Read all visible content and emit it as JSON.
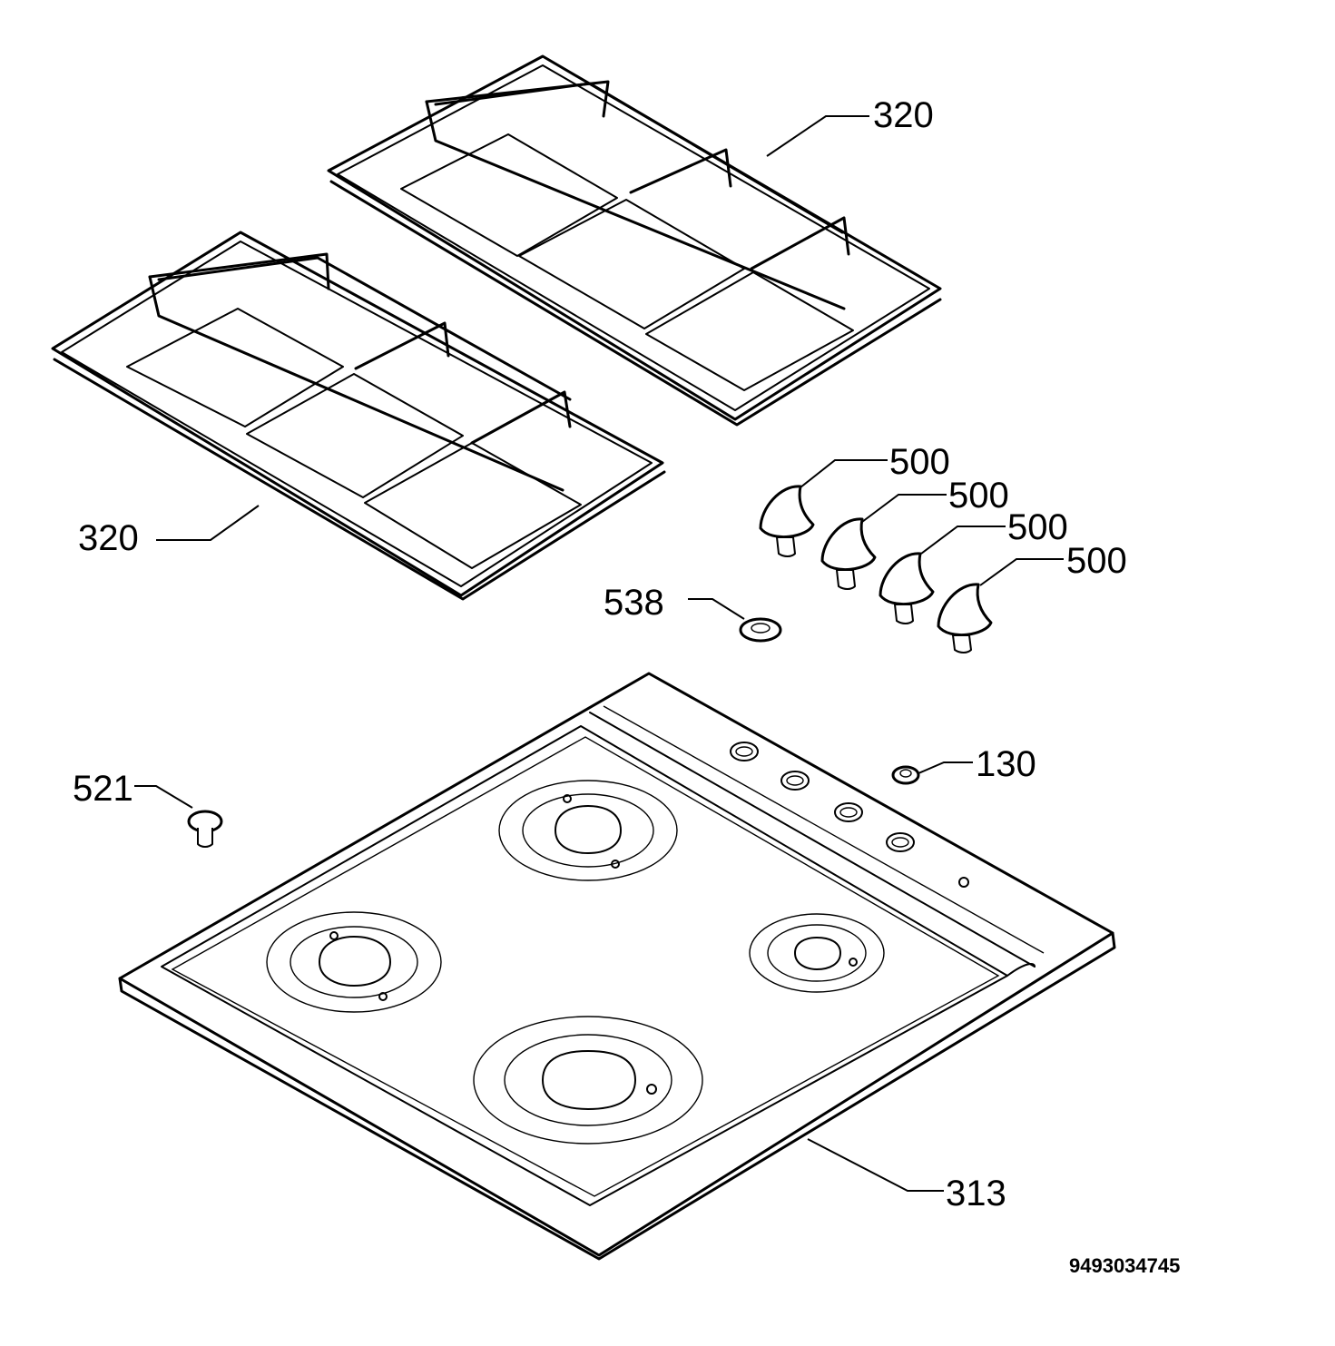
{
  "labels": {
    "grid_top": "320",
    "grid_left": "320",
    "knob_1": "500",
    "knob_2": "500",
    "knob_3": "500",
    "knob_4": "500",
    "part_538": "538",
    "part_130": "130",
    "part_521": "521",
    "part_313": "313"
  },
  "reference_number": "9493034745"
}
